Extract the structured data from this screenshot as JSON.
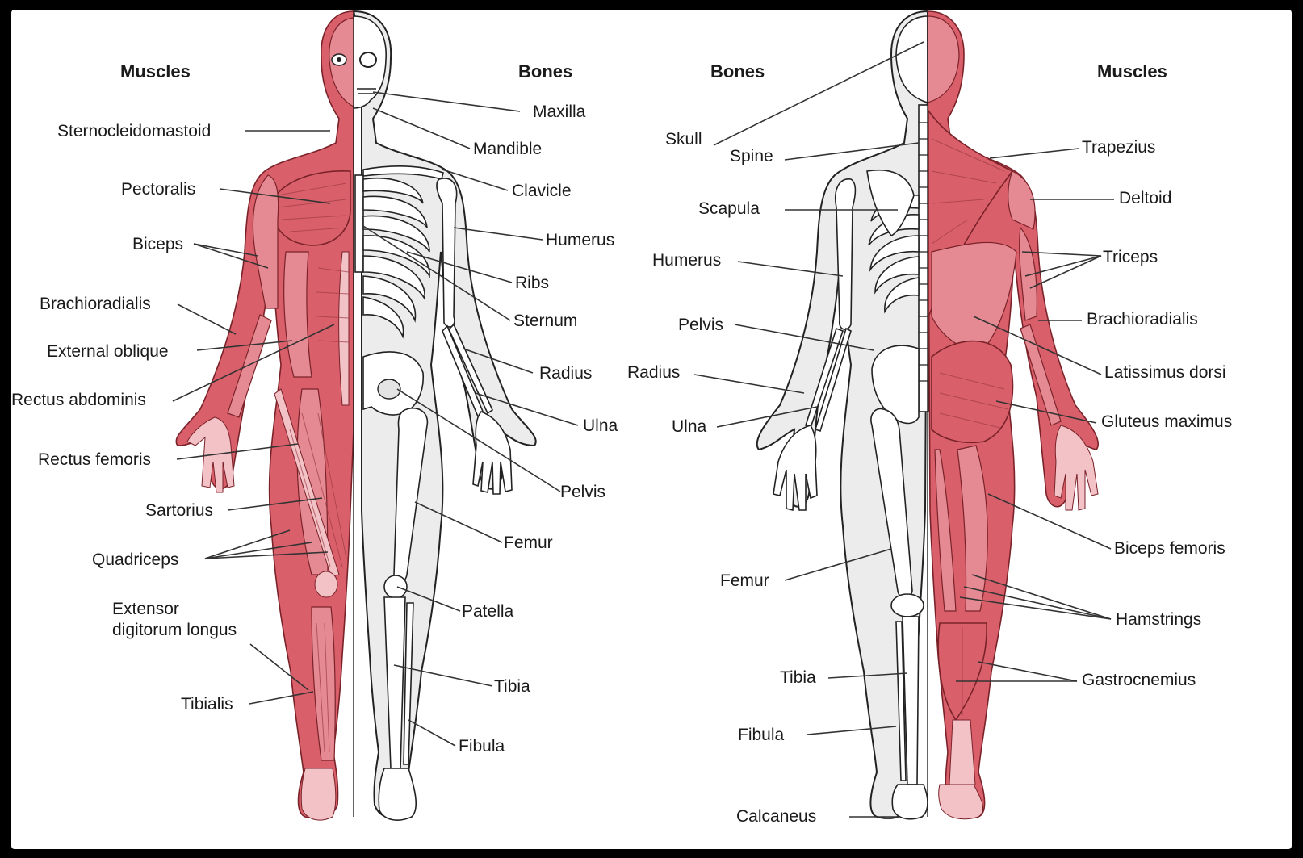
{
  "front": {
    "muscles_header": "Muscles",
    "bones_header": "Bones",
    "muscles": [
      "Sternocleidomastoid",
      "Pectoralis",
      "Biceps",
      "Brachioradialis",
      "External oblique",
      "Rectus abdominis",
      "Rectus femoris",
      "Sartorius",
      "Quadriceps",
      "Extensor",
      "digitorum longus",
      "Tibialis"
    ],
    "bones": [
      "Maxilla",
      "Mandible",
      "Clavicle",
      "Humerus",
      "Ribs",
      "Sternum",
      "Radius",
      "Ulna",
      "Pelvis",
      "Femur",
      "Patella",
      "Tibia",
      "Fibula"
    ]
  },
  "back": {
    "bones_header": "Bones",
    "muscles_header": "Muscles",
    "bones": [
      "Skull",
      "Spine",
      "Scapula",
      "Humerus",
      "Pelvis",
      "Radius",
      "Ulna",
      "Femur",
      "Tibia",
      "Fibula",
      "Calcaneus"
    ],
    "muscles": [
      "Trapezius",
      "Deltoid",
      "Triceps",
      "Brachioradialis",
      "Latissimus dorsi",
      "Gluteus maximus",
      "Biceps femoris",
      "Hamstrings",
      "Gastrocnemius"
    ]
  },
  "colors": {
    "muscle": "#d9606b",
    "bone": "#ffffff",
    "skin": "#ececec",
    "frame": "#000000"
  }
}
